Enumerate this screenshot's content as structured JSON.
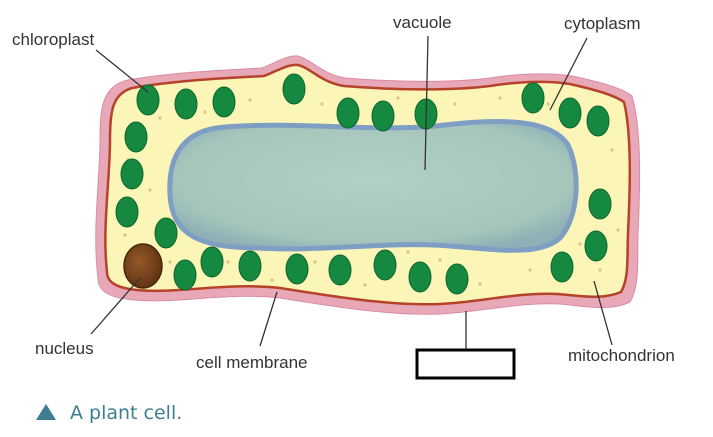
{
  "labels": {
    "chloroplast": "chloroplast",
    "vacuole": "vacuole",
    "cytoplasm": "cytoplasm",
    "nucleus": "nucleus",
    "cell_membrane": "cell membrane",
    "mitochondrion": "mitochondrion"
  },
  "answer_box": "",
  "caption": "A plant cell.",
  "colors": {
    "cell_wall": "#e9a8b8",
    "membrane": "#b5432b",
    "cytoplasm": "#fbf5b8",
    "vacuole": "#a9c9be",
    "vacuole_edge": "#7e9fc3",
    "chloroplast": "#15893f",
    "chloroplast_dark": "#0c6630",
    "nucleus": "#7a4418",
    "caption": "#3d7f92"
  }
}
